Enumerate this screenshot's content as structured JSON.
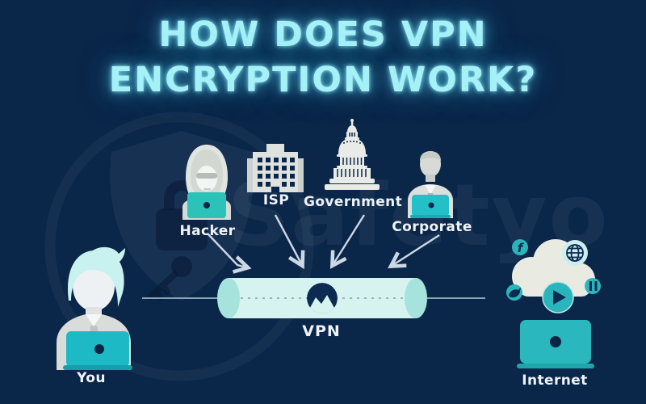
{
  "title": {
    "line1": "HOW DOES VPN",
    "line2": "ENCRYPTION WORK?"
  },
  "watermark": {
    "brand": "Safetyo"
  },
  "nodes": {
    "you": {
      "label": "You",
      "icon": "user-at-laptop"
    },
    "hacker": {
      "label": "Hacker",
      "icon": "hooded-hacker-at-laptop"
    },
    "isp": {
      "label": "ISP",
      "icon": "office-building"
    },
    "government": {
      "label": "Government",
      "icon": "capitol-building"
    },
    "corporate": {
      "label": "Corporate",
      "icon": "businessman-at-laptop"
    },
    "vpn": {
      "label": "VPN",
      "icon": "encryption-tunnel-with-vpn-logo"
    },
    "internet": {
      "label": "Internet",
      "icon": "cloud-services-and-laptop"
    }
  },
  "cloud_icons": [
    {
      "name": "facebook-icon",
      "glyph": "f"
    },
    {
      "name": "globe-icon",
      "glyph": "globe-grid"
    },
    {
      "name": "twitter-bird-icon",
      "glyph": "bird"
    },
    {
      "name": "play-icon",
      "glyph": "triangle"
    },
    {
      "name": "pause-icon",
      "glyph": "bars"
    }
  ],
  "arrows": [
    {
      "from": "hacker",
      "to": "vpn"
    },
    {
      "from": "isp",
      "to": "vpn"
    },
    {
      "from": "government",
      "to": "vpn"
    },
    {
      "from": "corporate",
      "to": "vpn"
    }
  ],
  "colors": {
    "background": "#0A2649",
    "title": "#A6F1F8",
    "label": "#EEF3F7",
    "figure_gray": "#DCDFDB",
    "laptop_teal": "#1EBAC4",
    "tunnel_body": "#D6F3F0",
    "tunnel_cap": "#A6E3DC",
    "vpn_logo_navy": "#0D2B50",
    "cloud_cream": "#E9EBE2",
    "service_icon_teal": "#2AB5BC",
    "arrow": "#CCD8E3"
  }
}
